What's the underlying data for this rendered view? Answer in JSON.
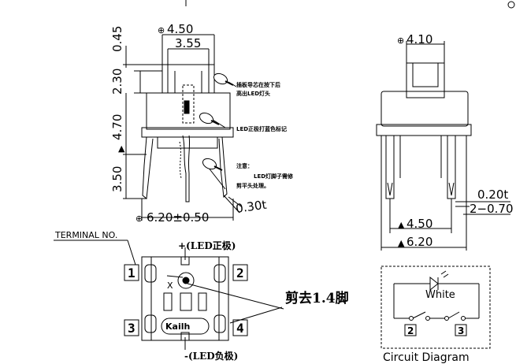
{
  "front_view": {
    "dim_top_width": "4.50",
    "dim_inner_width": "3.55",
    "dim_cap_height": "0.45",
    "dim_upper_height": "2.30",
    "dim_body_height": "4.70",
    "dim_pin_length": "3.50",
    "dim_base_width": "6.20±0.50",
    "dim_pin_thickness": "0.30t",
    "note_1_line_1": "插板导芯在按下后",
    "note_1_line_2": "高出LED灯头",
    "note_2": "LED正极打蓝色标记",
    "note_3_line_1": "注意：",
    "note_3_line_2": "LED灯脚子需修",
    "note_3_line_3": "剪平头处理。"
  },
  "side_view": {
    "dim_top_width": "4.10",
    "dim_pin_thickness": "0.20t",
    "dim_pin_width": "2−0.70",
    "dim_pin_spacing": "4.50",
    "dim_base_width": "6.20"
  },
  "bottom_view": {
    "terminal_label": "TERMINAL NO.",
    "led_positive": "+(LED正极)",
    "led_negative": "-(LED负极)",
    "x_mark": "X",
    "brand": "Kailh",
    "cut_note": "剪去1.4脚",
    "pins": [
      "1",
      "2",
      "3",
      "4"
    ]
  },
  "circuit": {
    "led_color": "White",
    "terminals": [
      "2",
      "3"
    ],
    "caption": "Circuit Diagram"
  }
}
